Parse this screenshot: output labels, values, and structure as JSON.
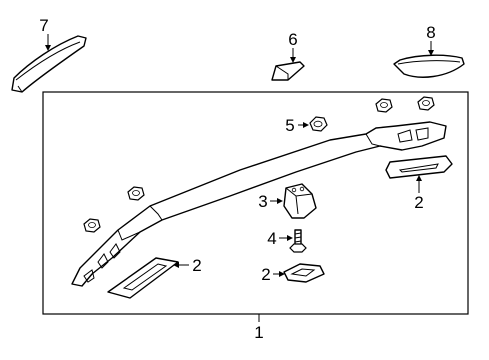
{
  "callouts": [
    {
      "id": "1",
      "label": "1"
    },
    {
      "id": "2a",
      "label": "2"
    },
    {
      "id": "2b",
      "label": "2"
    },
    {
      "id": "2c",
      "label": "2"
    },
    {
      "id": "3",
      "label": "3"
    },
    {
      "id": "4",
      "label": "4"
    },
    {
      "id": "5",
      "label": "5"
    },
    {
      "id": "6",
      "label": "6"
    },
    {
      "id": "7",
      "label": "7"
    },
    {
      "id": "8",
      "label": "8"
    }
  ],
  "colors": {
    "line": "#000000",
    "background": "#ffffff"
  }
}
